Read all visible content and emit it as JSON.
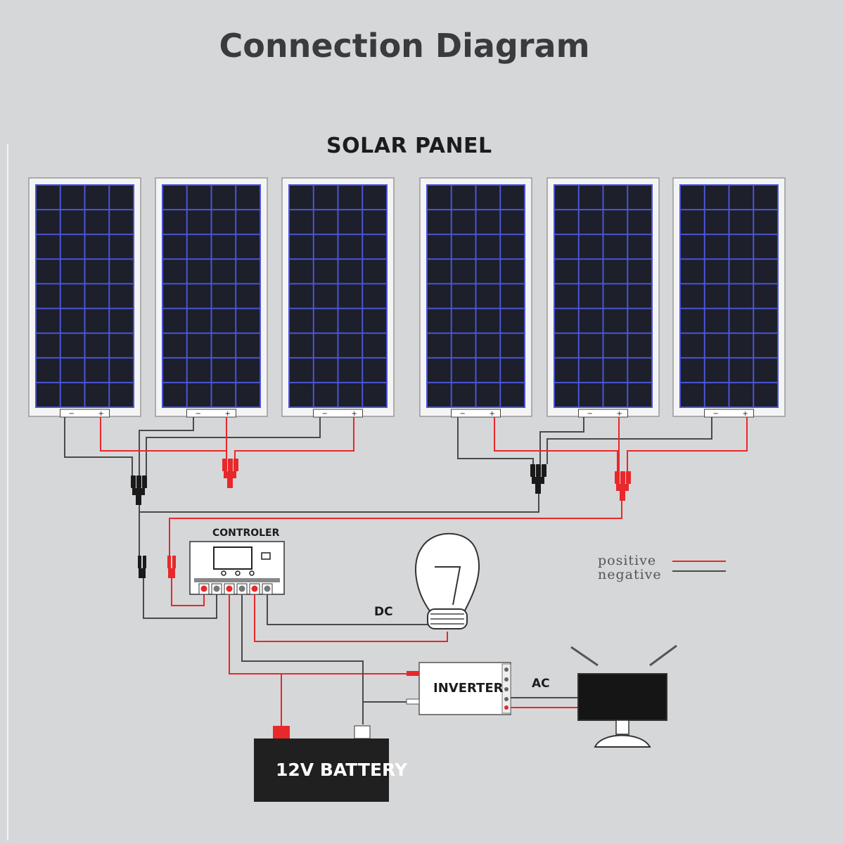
{
  "title": "Connection Diagram",
  "labels": {
    "solar_panel": "SOLAR PANEL",
    "controller": "CONTROLER",
    "dc": "DC",
    "ac": "AC",
    "inverter": "INVERTER",
    "battery": "12V BATTERY"
  },
  "panels": {
    "count": 6,
    "negative_symbol": "−",
    "positive_symbol": "+"
  },
  "legend": {
    "positive": "positive",
    "negative": "negative"
  },
  "colors": {
    "background": "#d6d7d9",
    "positive_wire": "#e8282a",
    "negative_wire": "#4a4a4a",
    "panel_cell": "#1d1f2a",
    "panel_grid": "#4b55d8",
    "battery_body": "#202020"
  }
}
